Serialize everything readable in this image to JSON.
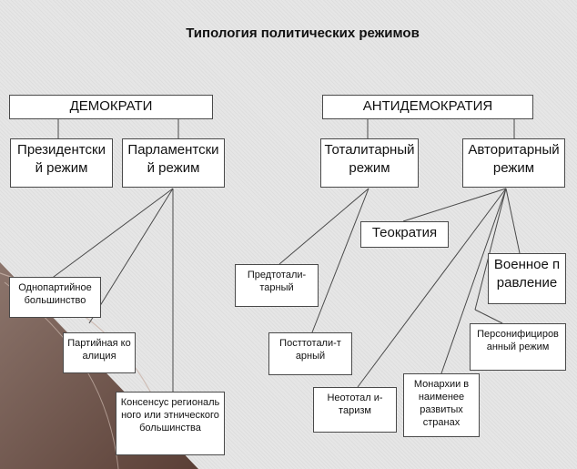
{
  "title": "Типология политических режимов",
  "nodes": {
    "democracy": "ДЕМОКРАТИЯ",
    "antidemocracy": "АНТИДЕМОКРАТИЯ",
    "presidential": "Президентский режим",
    "parliamentary": "Парламентский режим",
    "totalitarian": "Тоталитарный режим",
    "authoritarian": "Авторитарный режим",
    "theocracy": "Теократия",
    "military": "Военное правление",
    "one_party": "Однопартийное большинство",
    "party_coalition": "Партийная коалиция",
    "consensus": "Консенсус регионального или этнического большинства",
    "pre_totalitarian": "Предтотали-тарный",
    "post_totalitarian": "Посттотали-тарный",
    "neo_totalitarian": "Неототал и-таризм",
    "monarchies": "Монархии в наименее развитых странах",
    "personalized": "Персонифицированный режим"
  }
}
